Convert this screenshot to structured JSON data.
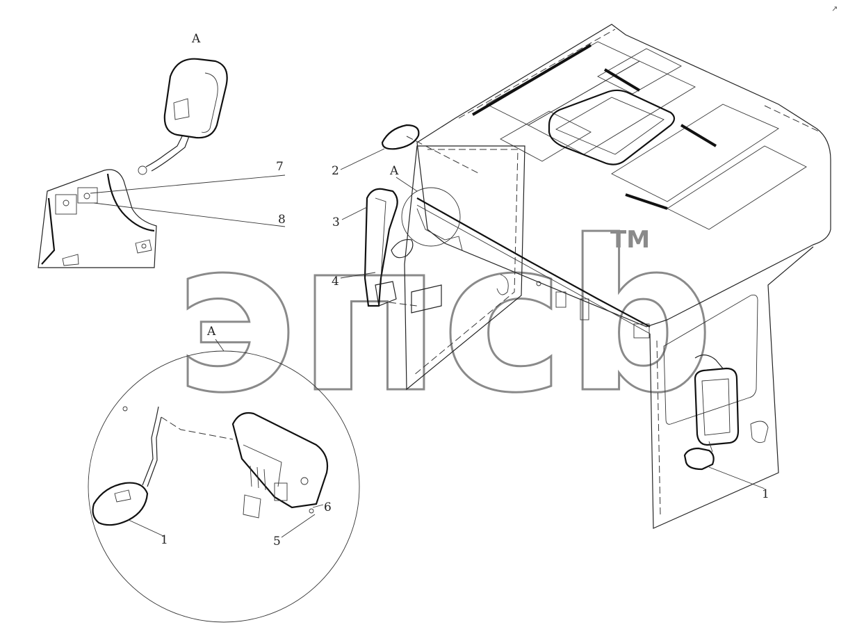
{
  "view_labels": {
    "main_a": "A",
    "detail_top_a": "A",
    "detail_circle_a": "A"
  },
  "callouts": {
    "c1_main": "1",
    "c1_detail": "1",
    "c2": "2",
    "c3": "3",
    "c4": "4",
    "c5": "5",
    "c6": "6",
    "c7": "7",
    "c8": "8"
  },
  "watermark": {
    "text": "эпсb",
    "trademark": "TM"
  },
  "corner_mark": "↗"
}
